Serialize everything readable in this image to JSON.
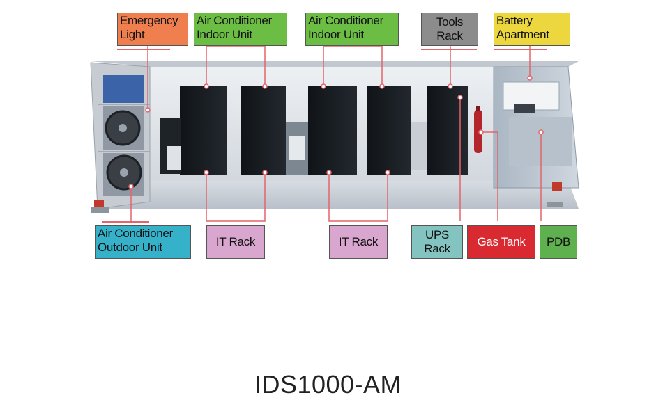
{
  "title": "IDS1000-AM",
  "labels": {
    "emergency_light": {
      "line1": "Emergency",
      "line2": "Light",
      "color": "#ef7f4e"
    },
    "ac_indoor_1": {
      "line1": "Air Conditioner",
      "line2": "Indoor Unit",
      "color": "#6bbd44"
    },
    "ac_indoor_2": {
      "line1": "Air Conditioner",
      "line2": "Indoor Unit",
      "color": "#6bbd44"
    },
    "tools_rack": {
      "line1": "Tools",
      "line2": "Rack",
      "color": "#8c8c8c"
    },
    "battery_apartment": {
      "line1": "Battery",
      "line2": "Apartment",
      "color": "#ecd73e"
    },
    "ac_outdoor": {
      "line1": "Air Conditioner",
      "line2": "Outdoor Unit",
      "color": "#35b1c9"
    },
    "it_rack_1": {
      "text": "IT Rack",
      "color": "#d9a6cf"
    },
    "it_rack_2": {
      "text": "IT Rack",
      "color": "#d9a6cf"
    },
    "ups_rack": {
      "line1": "UPS",
      "line2": "Rack",
      "color": "#83c4c0"
    },
    "gas_tank": {
      "text": "Gas Tank",
      "color": "#d92a32"
    },
    "pdb": {
      "text": "PDB",
      "color": "#5fb14f"
    }
  },
  "leader_color": "#e3646a"
}
